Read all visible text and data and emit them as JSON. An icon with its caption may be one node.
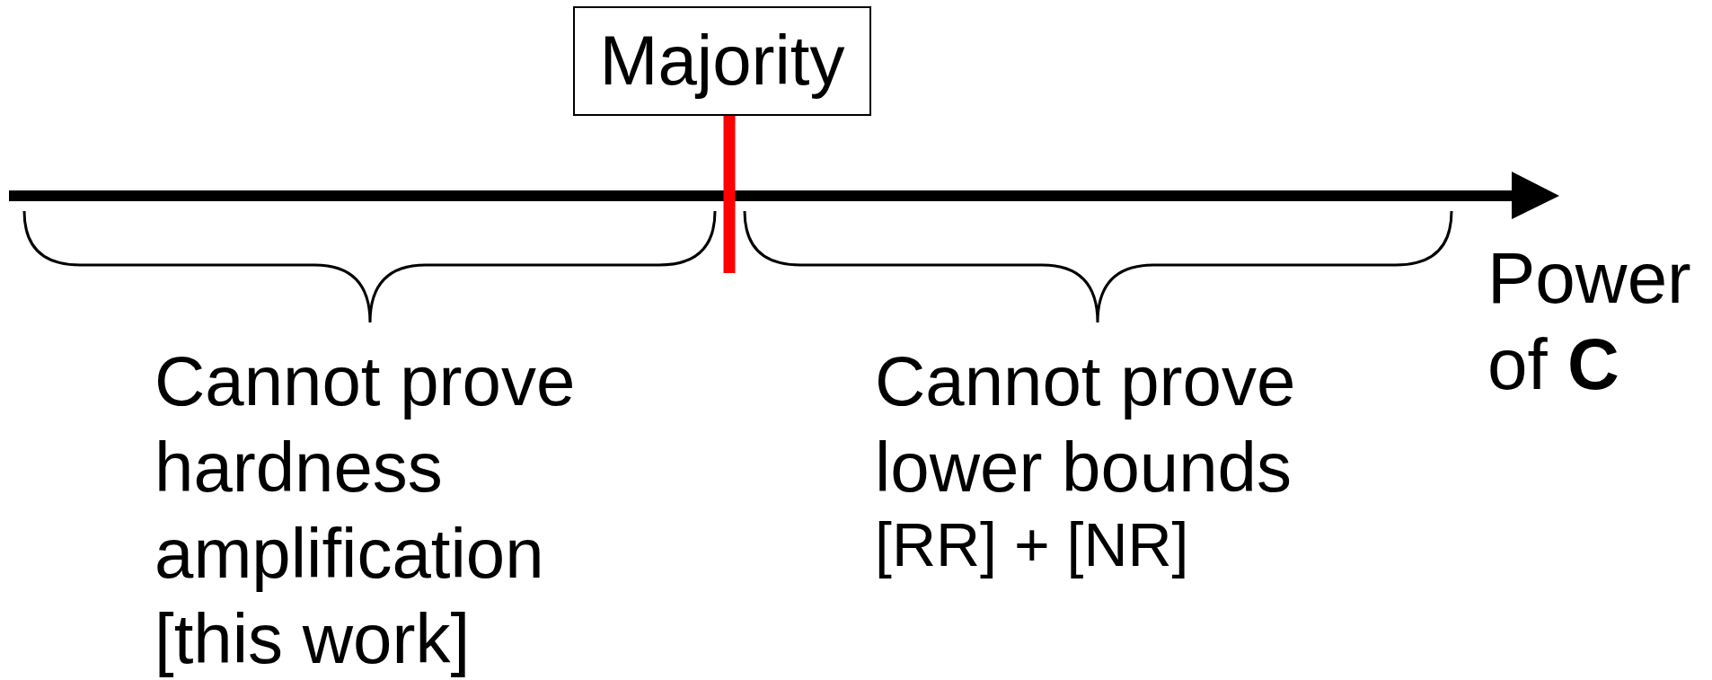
{
  "diagram": {
    "nodes": [
      {
        "text": [
          "Majority"
        ]
      }
    ],
    "labels": [
      "Power of **C**",
      "Cannot prove hardness amplification",
      "[this work]",
      "Cannot prove lower bounds",
      "[RR] + [NR]"
    ]
  }
}
